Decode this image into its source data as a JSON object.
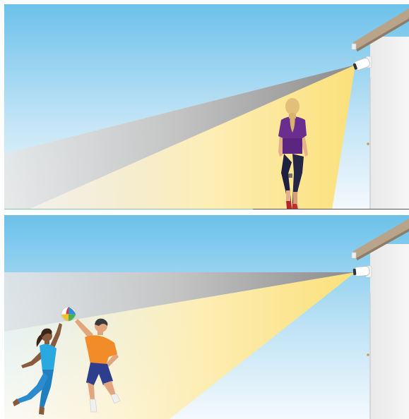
{
  "scene": {
    "panels": [
      {
        "id": "panel-top",
        "subject": "woman-walking",
        "camera": "wall-mounted-camera"
      },
      {
        "id": "panel-bottom",
        "subject": "two-people-playing-with-ball",
        "camera": "wall-mounted-camera"
      }
    ],
    "colors": {
      "sky_top": "#6ec2ea",
      "sky_bottom": "#f2f8fc",
      "beam_yellow": "#fbe07a",
      "beam_gray": "#a6a6a6",
      "wall": "#f0f0f0",
      "roof": "#b9a48a",
      "ground_green": "#84c9a6",
      "ground_dark": "#555a60",
      "purple_shirt": "#6a2e8e",
      "orange_shirt": "#f28c28",
      "blue_shirt": "#29a9df"
    },
    "icons": [
      "security-camera-icon",
      "beach-ball-icon"
    ]
  }
}
